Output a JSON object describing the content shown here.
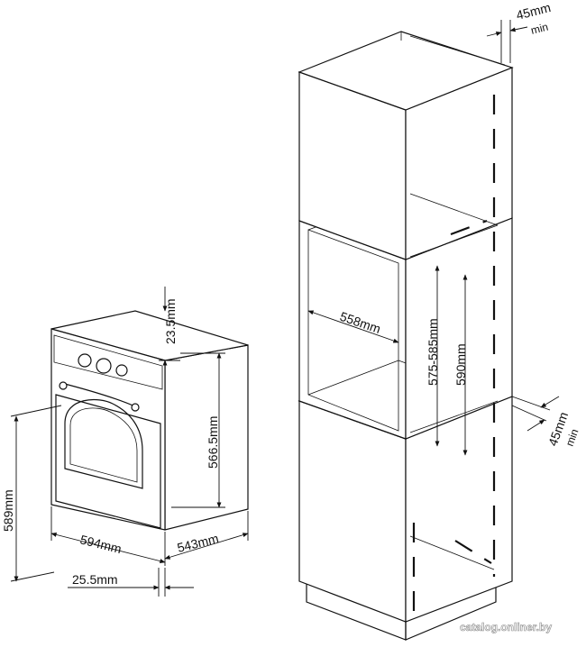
{
  "dimensions": {
    "oven_depth_top": "23.5mm",
    "oven_height_body": "566.5mm",
    "oven_total_height": "589mm",
    "oven_width": "594mm",
    "oven_depth": "543mm",
    "front_offset": "25.5mm",
    "niche_width": "558mm",
    "niche_height_range": "575-585mm",
    "niche_height": "590mm",
    "top_gap": "45mm",
    "top_gap_min": "min",
    "side_gap": "45mm",
    "side_gap_min": "min"
  },
  "watermark": "catalog.onliner.by"
}
